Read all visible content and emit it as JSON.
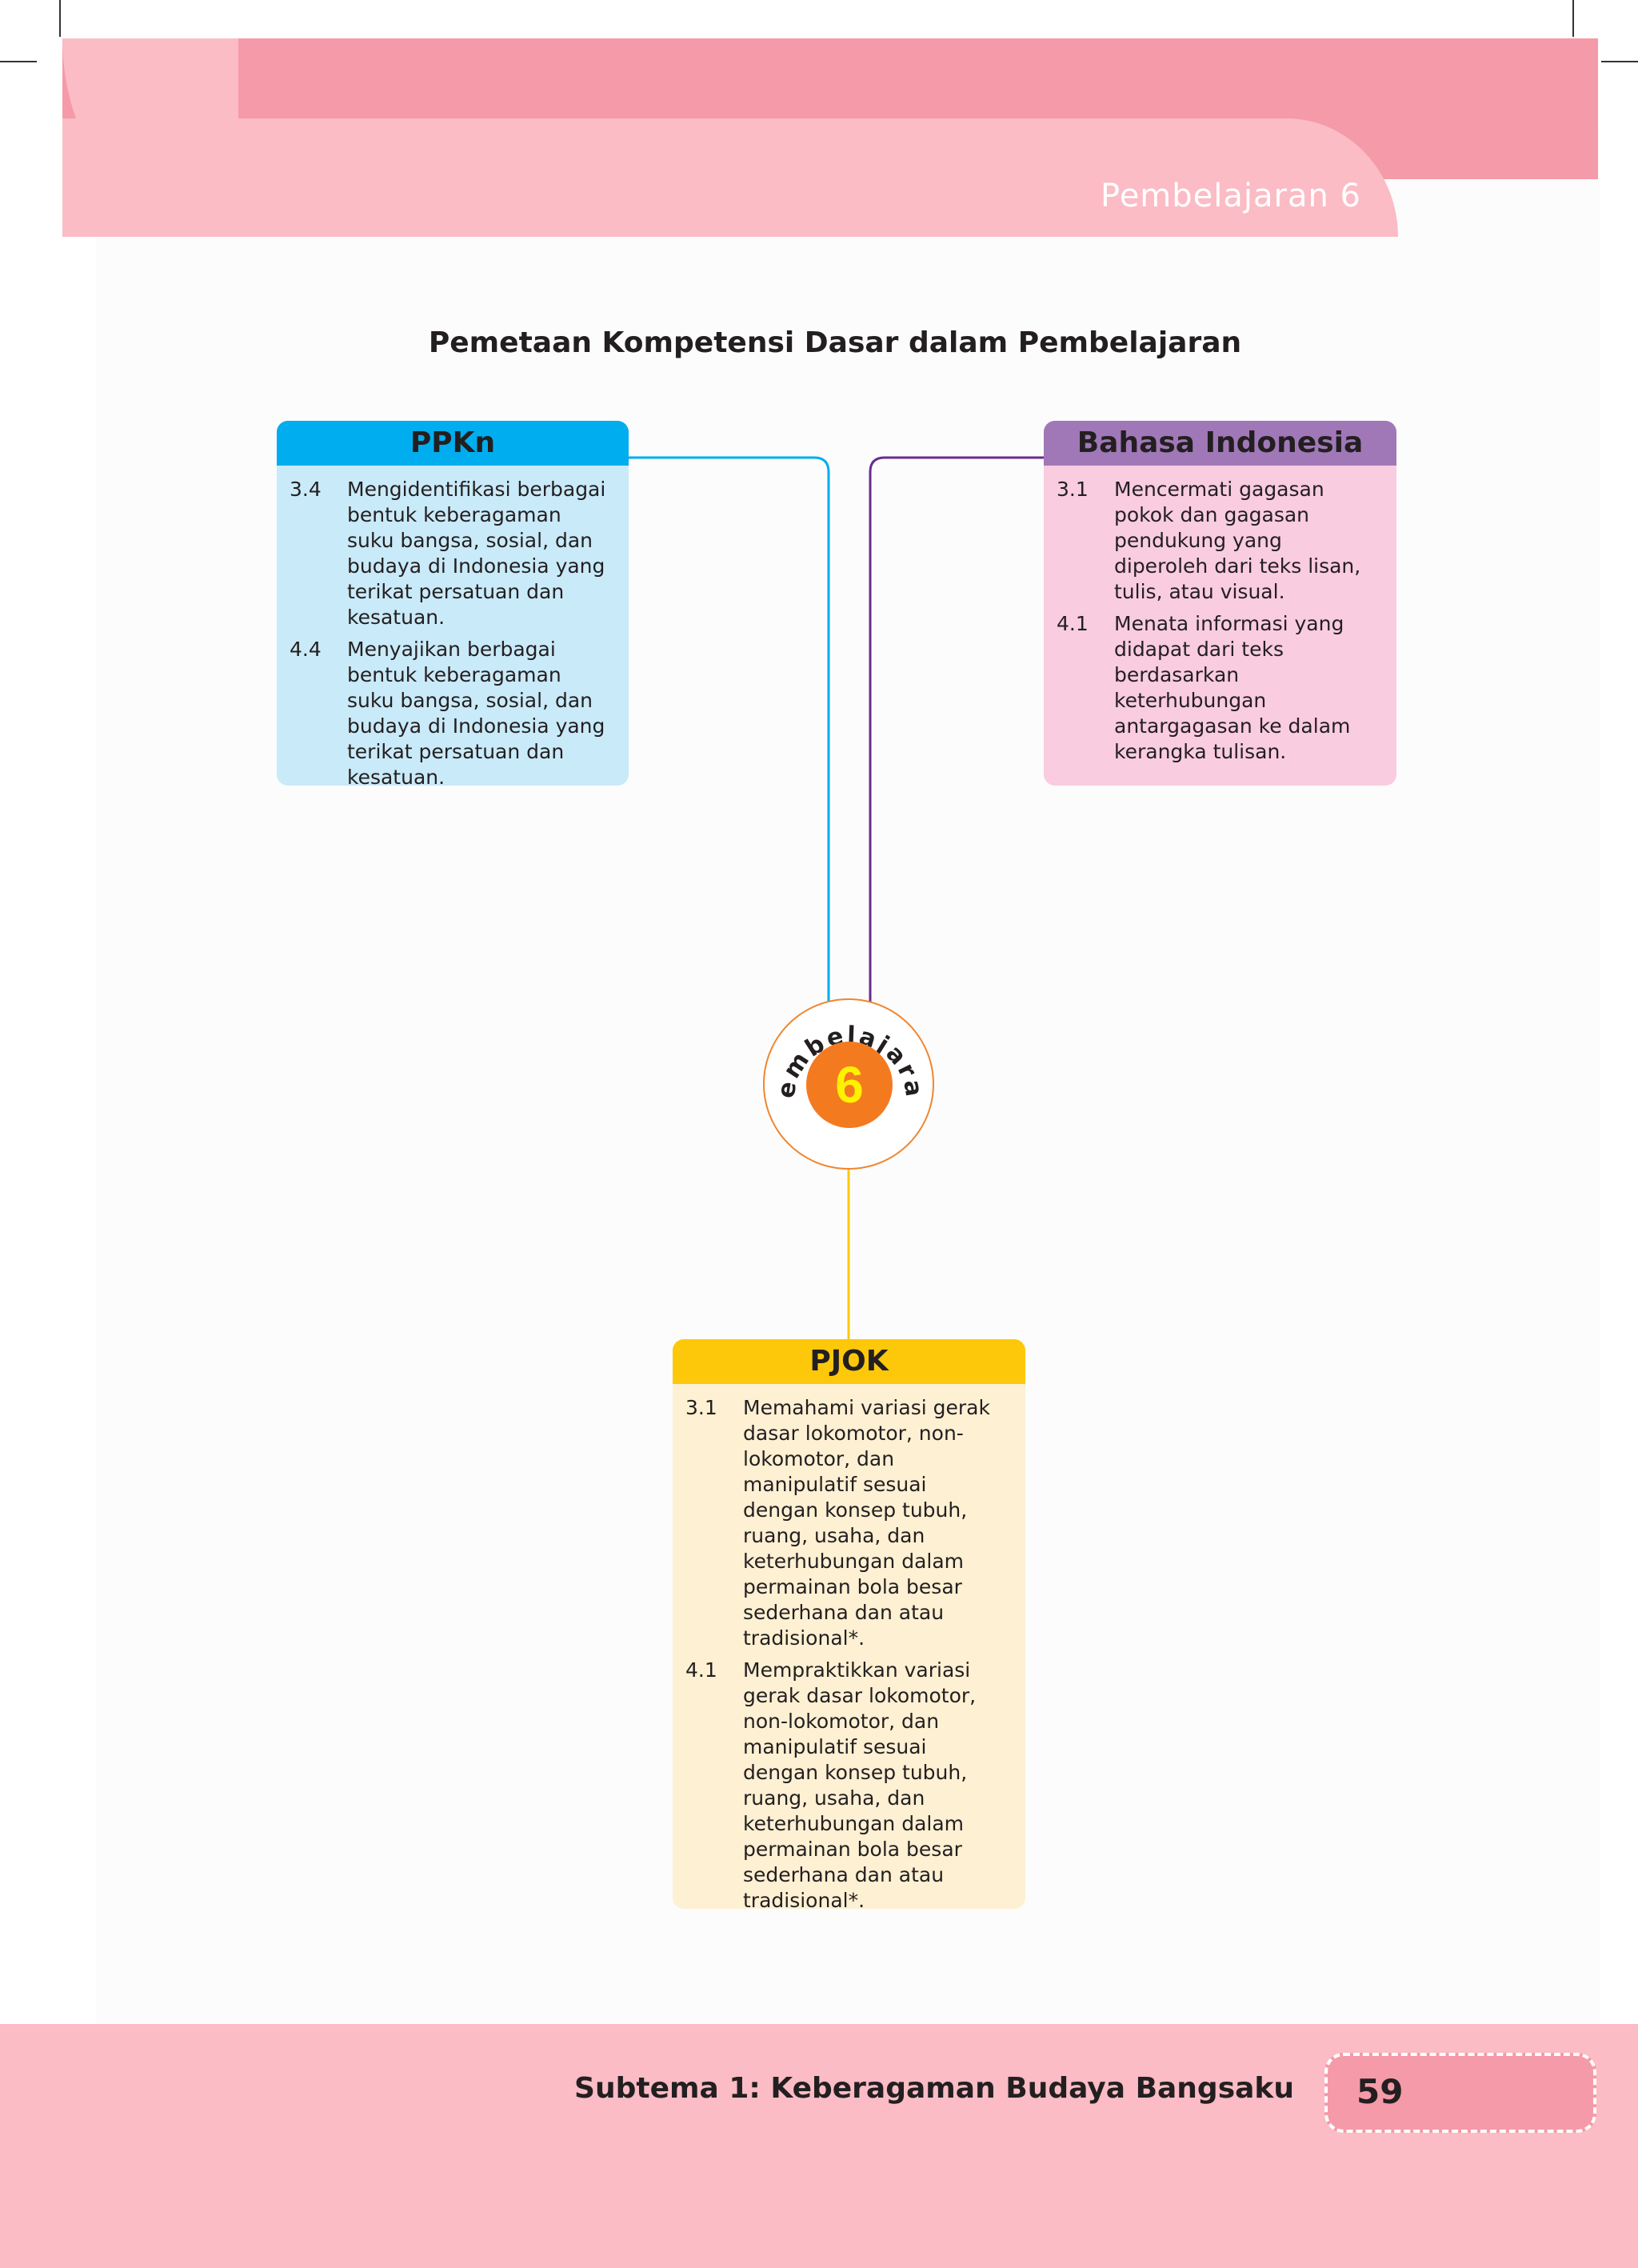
{
  "header": {
    "lesson_label": "Pembelajaran 6"
  },
  "map_title": "Pemetaan Kompetensi Dasar dalam Pembelajaran",
  "subjects": {
    "ppkn": {
      "title": "PPKn",
      "color": "#00adee",
      "items": [
        {
          "code": "3.4",
          "text": "Mengidentifikasi berbagai bentuk keberagaman suku bangsa, sosial, dan budaya di Indonesia yang terikat persatuan dan kesatuan."
        },
        {
          "code": "4.4",
          "text": "Menyajikan berbagai bentuk keberagaman suku bangsa, sosial, dan budaya di Indonesia yang terikat persatuan dan kesatuan."
        }
      ]
    },
    "bahasa_indonesia": {
      "title": "Bahasa Indonesia",
      "color": "#a078b8",
      "items": [
        {
          "code": "3.1",
          "text": "Mencermati gagasan pokok dan gagasan pendukung yang diperoleh dari teks lisan, tulis, atau visual."
        },
        {
          "code": "4.1",
          "text": "Menata informasi yang didapat dari teks berdasarkan keterhubungan antargagasan ke dalam kerangka tulisan."
        }
      ]
    },
    "pjok": {
      "title": "PJOK",
      "color": "#fdc80a",
      "items": [
        {
          "code": "3.1",
          "text": "Memahami variasi gerak dasar lokomotor, non-lokomotor, dan manipulatif sesuai dengan konsep tubuh, ruang, usaha, dan keterhubungan dalam permainan bola besar sederhana dan atau tradisional*."
        },
        {
          "code": "4.1",
          "text": "Mempraktikkan variasi gerak dasar lokomotor, non-lokomotor, dan manipulatif sesuai dengan konsep tubuh, ruang, usaha, dan keterhubungan dalam permainan bola besar sederhana dan atau tradisional*."
        }
      ]
    }
  },
  "center": {
    "ring_text": "Pembelajaran",
    "number": "6"
  },
  "footer": {
    "subtema": "Subtema 1: Keberagaman Budaya Bangsaku",
    "page_number": "59"
  }
}
